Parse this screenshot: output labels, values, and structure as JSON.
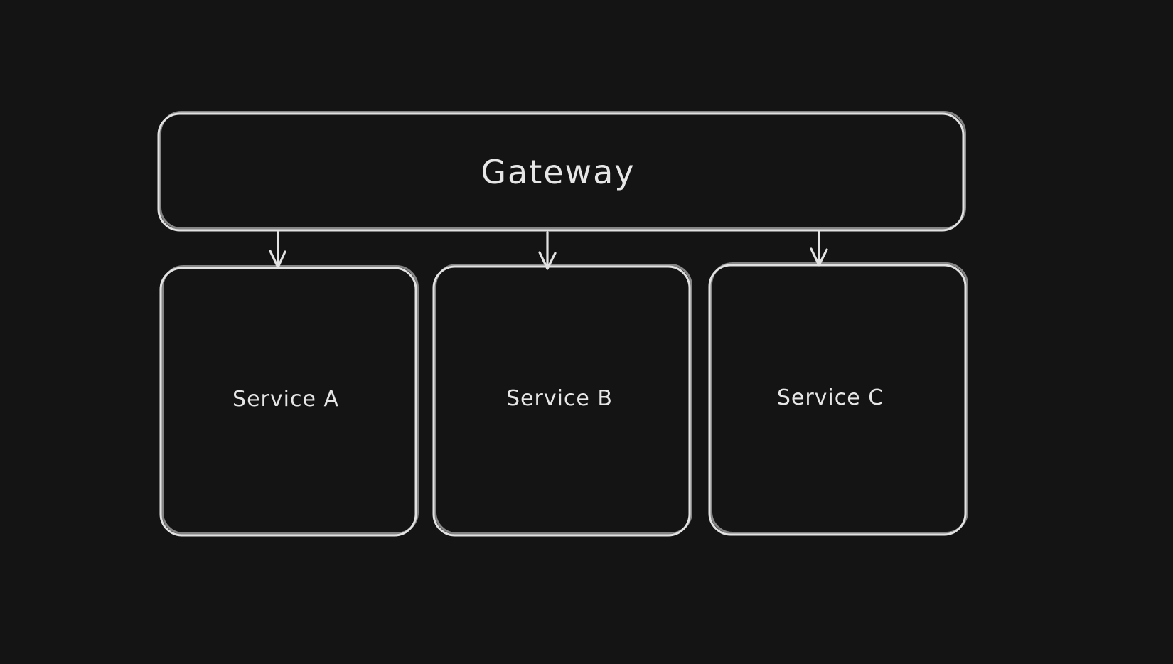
{
  "canvas": {
    "background": "#141414",
    "stroke_color": "#e2e2e2",
    "text_color": "#e6e6e6",
    "style": "hand-drawn-sketch"
  },
  "diagram": {
    "type": "flowchart",
    "nodes": [
      {
        "id": "gateway",
        "label": "Gateway",
        "shape": "rounded-rectangle",
        "row": "top"
      },
      {
        "id": "service-a",
        "label": "Service A",
        "shape": "rounded-rectangle",
        "row": "bottom"
      },
      {
        "id": "service-b",
        "label": "Service B",
        "shape": "rounded-rectangle",
        "row": "bottom"
      },
      {
        "id": "service-c",
        "label": "Service C",
        "shape": "rounded-rectangle",
        "row": "bottom"
      }
    ],
    "edges": [
      {
        "from": "gateway",
        "to": "service-a",
        "arrowhead": "chevron-down"
      },
      {
        "from": "gateway",
        "to": "service-b",
        "arrowhead": "chevron-down"
      },
      {
        "from": "gateway",
        "to": "service-c",
        "arrowhead": "chevron-down"
      }
    ]
  }
}
